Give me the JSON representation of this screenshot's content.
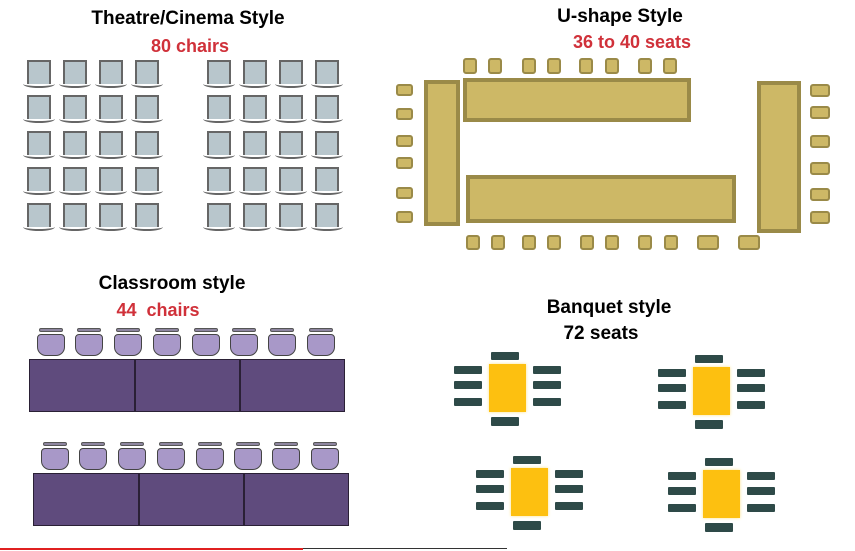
{
  "theatre": {
    "title": "Theatre/Cinema Style",
    "capacity": "80 chairs"
  },
  "ushape": {
    "title": "U-shape Style",
    "capacity": "36 to 40 seats"
  },
  "classroom": {
    "title": "Classroom style",
    "capacity": "44  chairs"
  },
  "banquet": {
    "title": "Banquet style",
    "capacity": "72 seats"
  },
  "colors": {
    "caption_red": "#d0313a",
    "u_table": "#cdb866",
    "classroom_table": "#5f4b7d",
    "banquet_table": "#fdc010",
    "banquet_chair": "#2e4a48",
    "theatre_chair": "#b8c6cc"
  }
}
